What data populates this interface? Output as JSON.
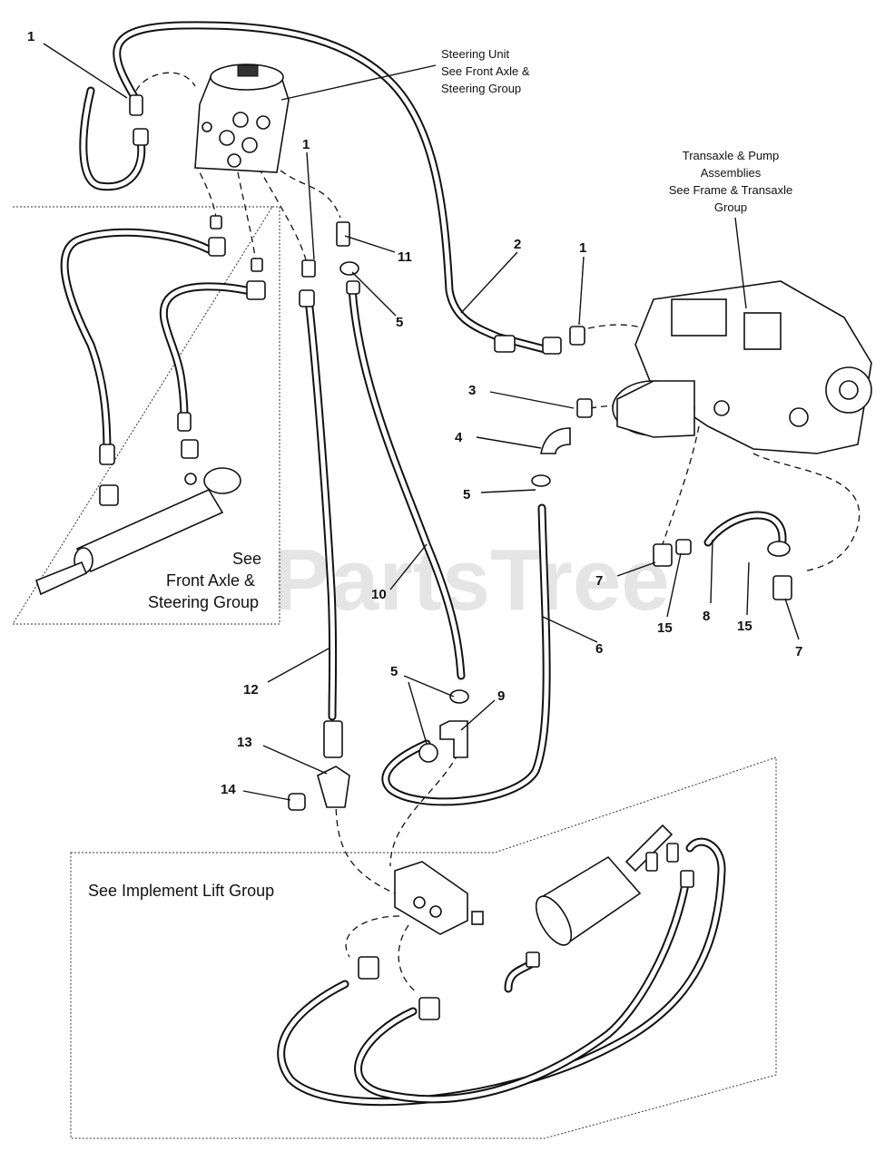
{
  "labels": {
    "steering_unit": [
      "Steering Unit",
      "See Front Axle &",
      "Steering Group"
    ],
    "transaxle": [
      "Transaxle & Pump",
      "Assemblies",
      "See Frame & Transaxle",
      "Group"
    ],
    "front_axle_box": [
      "See",
      "Front Axle &",
      "Steering Group"
    ],
    "implement_box": "See Implement Lift Group"
  },
  "callouts": [
    {
      "id": "c1a",
      "text": "1"
    },
    {
      "id": "c1b",
      "text": "1"
    },
    {
      "id": "c1c",
      "text": "1"
    },
    {
      "id": "c11",
      "text": "11"
    },
    {
      "id": "c2",
      "text": "2"
    },
    {
      "id": "c5a",
      "text": "5"
    },
    {
      "id": "c3",
      "text": "3"
    },
    {
      "id": "c4",
      "text": "4"
    },
    {
      "id": "c5b",
      "text": "5"
    },
    {
      "id": "c7a",
      "text": "7"
    },
    {
      "id": "c15a",
      "text": "15"
    },
    {
      "id": "c8",
      "text": "8"
    },
    {
      "id": "c15b",
      "text": "15"
    },
    {
      "id": "c7b",
      "text": "7"
    },
    {
      "id": "c10",
      "text": "10"
    },
    {
      "id": "c6",
      "text": "6"
    },
    {
      "id": "c12",
      "text": "12"
    },
    {
      "id": "c5c",
      "text": "5"
    },
    {
      "id": "c9",
      "text": "9"
    },
    {
      "id": "c13",
      "text": "13"
    },
    {
      "id": "c14",
      "text": "14"
    }
  ],
  "watermark": "PartsTree"
}
